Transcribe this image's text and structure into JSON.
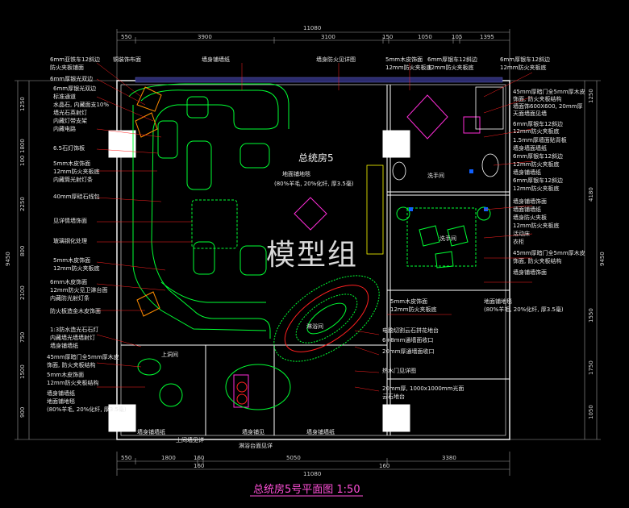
{
  "drawing_title": "总统房5号平面图  1:50",
  "room": {
    "name": "总统房5",
    "floor_material": "地面铺地毯",
    "floor_spec": "(80%羊毛, 20%化纤, 厚3.5毫)",
    "lounge_label": "洗手间",
    "toilet_label": "上洞间",
    "bath_label": "淋浴间",
    "sink_label": "洗手间"
  },
  "dimensions": {
    "top_total": "11080",
    "top_segments": [
      "550",
      "3900",
      "3100",
      "150",
      "1050",
      "105",
      "1395"
    ],
    "bottom_total": "11080",
    "bottom_segments": [
      "550",
      "1800",
      "160",
      "5050",
      "3380"
    ],
    "bottom_inner": [
      "160",
      "160"
    ],
    "left_total": "9450",
    "left_segments": [
      "1250",
      "1800",
      "100",
      "2250",
      "800",
      "2100",
      "750",
      "1500",
      "900"
    ],
    "right_total": "9450",
    "right_segments": [
      "1250",
      "4180",
      "1550",
      "1750",
      "1050"
    ]
  },
  "top_notes": [
    "6mm亚铁车12斜边",
    "防火夹板铺面",
    "6mm厚银光双边",
    "铜装饰布面",
    "墙身铺墙纸",
    "墙身防火见详图",
    "5mm木皮饰面",
    "12mm防火夹板底",
    "6mm厚银车12斜边",
    "12mm防火夹板底",
    "6mm厚银车12斜边",
    "12mm防火夹板底"
  ],
  "left_notes": [
    "6mm厚银光双边",
    "标准通道",
    "水晶石, 内藏面支10%",
    "墙光石英射灯",
    "内藏灯带支架",
    "内藏电路",
    "6.5石灯饰板",
    "5mm木皮饰面",
    "12mm防火夹板底",
    "内藏筒光射灯条",
    "40mm厚硅石线包",
    "见详情墙饰面",
    "玻璃钢化处理",
    "5mm木皮饰面",
    "12mm防火夹板底",
    "6mm木皮饰面",
    "12mm防火见卫淋台面",
    "内藏防光射灯条",
    "防火板造金木皮饰面",
    "1:3防水造光石石灯",
    "内藏墙光墙墙射灯",
    "墙身铺墙纸",
    "45mm厚暗门全5mm厚木皮",
    "饰面, 防火夹板结构",
    "5mm木皮饰面",
    "12mm防火夹板结构",
    "墙身铺墙纸",
    "地面铺地毯",
    "(80%羊毛, 20%化纤, 厚3.5毫)"
  ],
  "right_notes": [
    "45mm厚暗门全5mm厚木皮",
    "饰面, 防火夹板结构",
    "墙面饰600X600, 20mm厚",
    "天面墙面见墙",
    "6mm厚银车12斜边",
    "12mm防火夹板底",
    "1.5mm厚墙面贴背板",
    "墙身墙面墙纸",
    "6mm厚银车12斜边",
    "12mm防火夹板底",
    "墙身铺墙纸",
    "6mm厚银车12斜边",
    "12mm防火夹板底",
    "墙身铺墙饰面",
    "墙面铺墙纸",
    "墙身防火夹板",
    "12mm防火夹板底",
    "活动床",
    "衣柜",
    "45mm厚暗门全5mm厚木皮",
    "饰面, 防火夹板结构",
    "墙身铺墙饰面",
    "地面铺地毯",
    "(80%羊毛, 20%化纤, 厚3.5毫)"
  ],
  "center_notes": [
    "5mm木皮饰面",
    "12mm防火夹板底",
    "电脑切割云石拼花地台",
    "6+8mm通墙面收口",
    "20mm厚通墙面收口",
    "热水门见详图",
    "20mm厚, 1000x1000mm光面",
    "云石地台"
  ],
  "bottom_notes": [
    "墙身铺墙纸",
    "上间墙见详",
    "墙身铺见",
    "墙身铺墙纸",
    "淋浴台面见详"
  ],
  "watermark": "模型组",
  "colors": {
    "background": "#000000",
    "wall": "#ffffff",
    "furniture": "#00ff33",
    "cabinet": "#ff2dd8",
    "dimension": "#b3b3b3",
    "leader": "#ff2020",
    "title": "#ff4fd8",
    "window": "#3c3c8c"
  }
}
